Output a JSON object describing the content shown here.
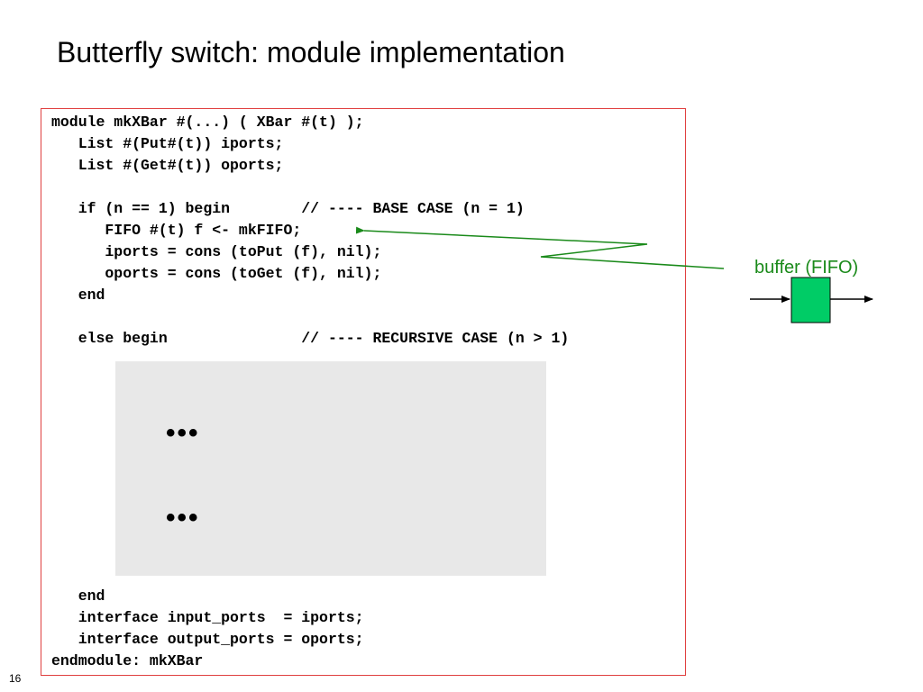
{
  "slide": {
    "title": "Butterfly switch: module implementation",
    "page_number": "16"
  },
  "code": {
    "lines": [
      "module mkXBar #(...) ( XBar #(t) );",
      "   List #(Put#(t)) iports;",
      "   List #(Get#(t)) oports;",
      "",
      "   if (n == 1) begin        // ---- BASE CASE (n = 1)",
      "      FIFO #(t) f <- mkFIFO;",
      "      iports = cons (toPut (f), nil);",
      "      oports = cons (toGet (f), nil);",
      "   end",
      "",
      "   else begin               // ---- RECURSIVE CASE (n > 1)",
      "   end",
      "   interface input_ports  = iports;",
      "   interface output_ports = oports;",
      "endmodule: mkXBar"
    ],
    "ellipsis_1": "•••",
    "ellipsis_2": "•••"
  },
  "callout": {
    "label": "buffer (FIFO)",
    "color": "#1a8a1a",
    "fifo_fill": "#00cc66"
  }
}
